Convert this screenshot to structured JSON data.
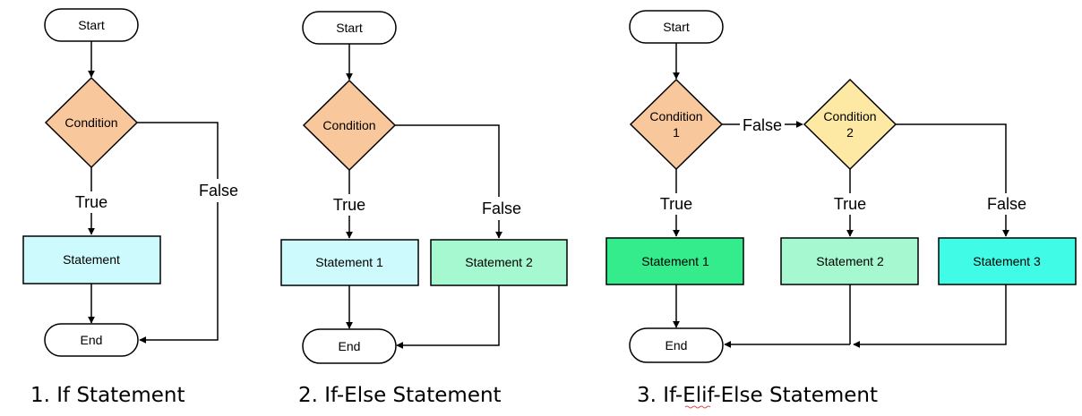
{
  "colors": {
    "condition_orange": "#f8c79c",
    "condition_yellow": "#fde9a4",
    "statement_light_cyan": "#cdfbfd",
    "statement_mint": "#a5f8cf",
    "statement_green": "#34ec8b",
    "statement_cyan": "#40fbe6",
    "terminal": "#ffffff"
  },
  "diagrams": [
    {
      "caption": "1. If Statement",
      "start": "Start",
      "end": "End",
      "condition": "Condition",
      "true_label": "True",
      "false_label": "False",
      "statement": "Statement"
    },
    {
      "caption": "2. If-Else Statement",
      "start": "Start",
      "end": "End",
      "condition": "Condition",
      "true_label": "True",
      "false_label": "False",
      "statement_1": "Statement 1",
      "statement_2": "Statement 2"
    },
    {
      "caption": "3. If-Elif-Else Statement",
      "start": "Start",
      "end": "End",
      "condition_1_line1": "Condition",
      "condition_1_line2": "1",
      "condition_2_line1": "Condition",
      "condition_2_line2": "2",
      "false_label_between": "False",
      "true_label_1": "True",
      "true_label_2": "True",
      "false_label_right": "False",
      "statement_1": "Statement 1",
      "statement_2": "Statement 2",
      "statement_3": "Statement 3"
    }
  ]
}
